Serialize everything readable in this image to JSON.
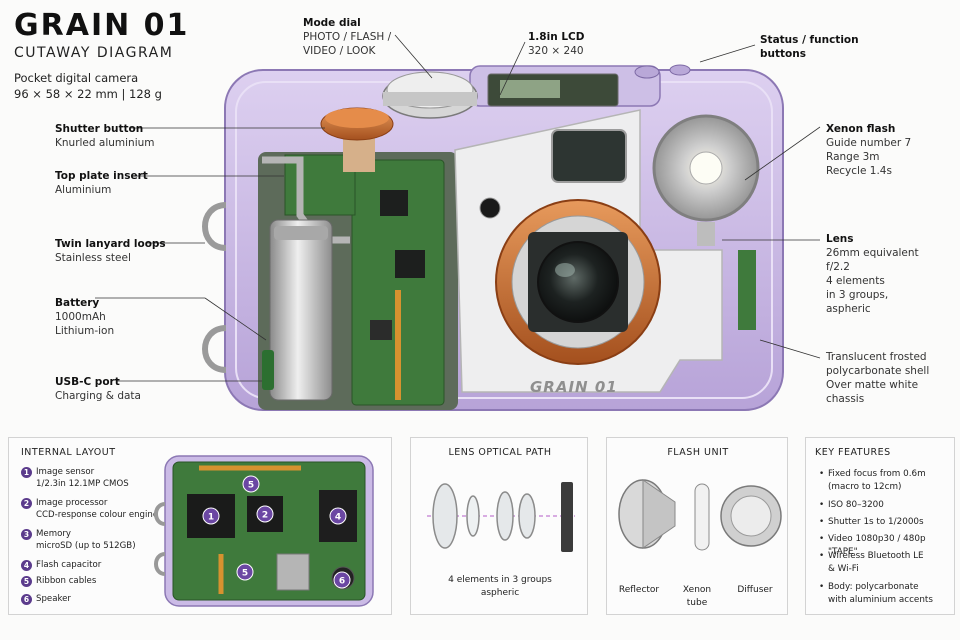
{
  "header": {
    "title": "GRAIN 01",
    "subtitle": "CUTAWAY DIAGRAM",
    "desc_line1": "Pocket digital camera",
    "desc_line2": "96 × 58 × 22 mm  |  128 g"
  },
  "callouts": {
    "shutter": {
      "title": "Shutter button",
      "sub": "Knurled aluminium"
    },
    "topplate": {
      "title": "Top plate insert",
      "sub": "Aluminium"
    },
    "lanyard": {
      "title": "Twin lanyard loops",
      "sub": "Stainless steel"
    },
    "battery": {
      "title": "Battery",
      "sub1": "1000mAh",
      "sub2": "Lithium-ion"
    },
    "usbc": {
      "title": "USB-C port",
      "sub": "Charging & data"
    },
    "mode": {
      "title": "Mode dial",
      "sub1": "PHOTO / FLASH /",
      "sub2": "VIDEO / LOOK"
    },
    "lcd": {
      "title": "1.8in LCD",
      "sub": "320 × 240"
    },
    "status": {
      "title1": "Status / function",
      "title2": "buttons"
    },
    "flash": {
      "title": "Xenon flash",
      "sub1": "Guide number 7",
      "sub2": "Range 3m",
      "sub3": "Recycle 1.4s"
    },
    "lens": {
      "title": "Lens",
      "sub1": "26mm equivalent",
      "sub2": "f/2.2",
      "sub3": "4 elements",
      "sub4": "in 3 groups,",
      "sub5": "aspheric"
    },
    "shell": {
      "sub1": "Translucent frosted",
      "sub2": "polycarbonate shell",
      "sub3": "Over matte white",
      "sub4": "chassis"
    }
  },
  "camera": {
    "badge": "GRAIN 01",
    "shell_color": "#c9b8e6",
    "lens_ring_color": "#c8692a",
    "pcb_color": "#3f7a3c"
  },
  "layout_panel": {
    "title": "INTERNAL LAYOUT",
    "items": [
      {
        "n": "1",
        "l1": "Image sensor",
        "l2": "1/2.3in 12.1MP CMOS"
      },
      {
        "n": "2",
        "l1": "Image processor",
        "l2": "CCD-response colour engine"
      },
      {
        "n": "3",
        "l1": "Memory",
        "l2": "microSD (up to 512GB)"
      },
      {
        "n": "4",
        "l1": "Flash capacitor",
        "l2": ""
      },
      {
        "n": "5",
        "l1": "Ribbon cables",
        "l2": ""
      },
      {
        "n": "6",
        "l1": "Speaker",
        "l2": ""
      }
    ],
    "marker_labels": [
      "1",
      "2",
      "4",
      "5",
      "5",
      "6"
    ]
  },
  "optics_panel": {
    "title": "LENS OPTICAL PATH",
    "caption1": "4 elements in 3 groups",
    "caption2": "aspheric"
  },
  "flash_panel": {
    "title": "FLASH UNIT",
    "reflector": "Reflector",
    "tube1": "Xenon",
    "tube2": "tube",
    "diffuser": "Diffuser"
  },
  "features_panel": {
    "title": "KEY FEATURES",
    "bullet": "•",
    "items": [
      {
        "l1": "Fixed focus from 0.6m",
        "l2": "(macro to 12cm)"
      },
      {
        "l1": "ISO 80–3200",
        "l2": ""
      },
      {
        "l1": "Shutter 1s to 1/2000s",
        "l2": ""
      },
      {
        "l1": "Video 1080p30 / 480p \"TAPE\"",
        "l2": ""
      },
      {
        "l1": "Wireless Bluetooth LE",
        "l2": "& Wi-Fi"
      },
      {
        "l1": "Body: polycarbonate",
        "l2": "with aluminium accents"
      }
    ]
  }
}
